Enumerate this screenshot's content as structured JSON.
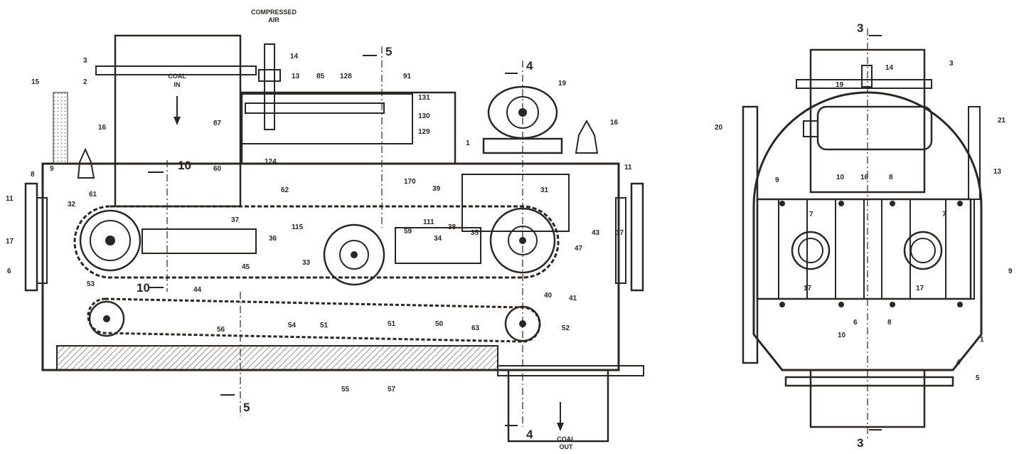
{
  "annotations": {
    "compressed_air_1": "COMPRESSED",
    "compressed_air_2": "AIR",
    "coal_in_1": "COAL",
    "coal_in_2": "IN",
    "coal_out_1": "COAL",
    "coal_out_2": "OUT"
  },
  "section_marks": {
    "s5_top": "5",
    "s5_bottom": "5",
    "s4_top": "4",
    "s4_bottom": "4",
    "s10_top": "10",
    "s10_bottom": "10",
    "s3_top": "3",
    "s3_bottom": "3"
  },
  "side_view_labels": {
    "l1": "1",
    "l2": "2",
    "l3": "3",
    "l6": "6",
    "l8": "8",
    "l9": "9",
    "l11": "11",
    "l13": "13",
    "l14": "14",
    "l15": "15",
    "l16a": "16",
    "l16b": "16",
    "l17a": "17",
    "l17b": "17",
    "l19": "19",
    "l31": "31",
    "l32": "32",
    "l33": "33",
    "l34": "34",
    "l35": "35",
    "l36": "36",
    "l37": "37",
    "l38": "38",
    "l39": "39",
    "l40": "40",
    "l41": "41",
    "l43": "43",
    "l44": "44",
    "l45": "45",
    "l47": "47",
    "l50": "50",
    "l51a": "51",
    "l51b": "51",
    "l52": "52",
    "l53": "53",
    "l54": "54",
    "l55": "55",
    "l56": "56",
    "l57": "57",
    "l59": "59",
    "l60": "60",
    "l61": "61",
    "l62": "62",
    "l63": "63",
    "l85": "85",
    "l87": "87",
    "l91": "91",
    "l111": "111",
    "l115": "115",
    "l124": "124",
    "l128": "128",
    "l129": "129",
    "l130": "130",
    "l131": "131",
    "l170": "170"
  },
  "end_view_labels": {
    "e1": "1",
    "e3": "3",
    "e4": "4",
    "e5": "5",
    "e6": "6",
    "e7a": "7",
    "e7b": "7",
    "e8a": "8",
    "e8b": "8",
    "e9": "9",
    "e10a": "10",
    "e10b": "10",
    "e13": "13",
    "e14": "14",
    "e16": "16",
    "e17a": "17",
    "e17b": "17",
    "e19": "19",
    "e20": "20",
    "e21": "21"
  }
}
